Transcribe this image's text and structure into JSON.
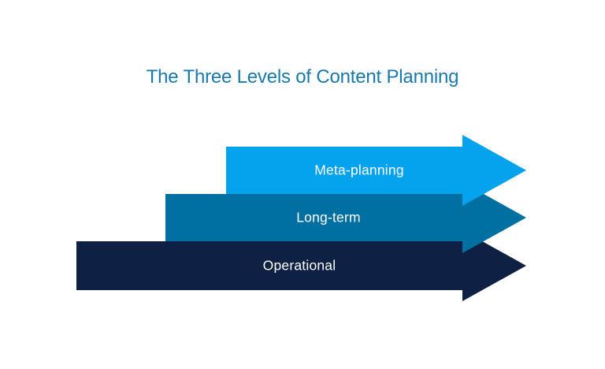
{
  "page": {
    "background": "#FFFFFF"
  },
  "title": {
    "text": "The Three Levels of Content Planning",
    "color": "#1879AC"
  },
  "diagram": {
    "type": "stacked-arrow-levels",
    "label_color": "#FFFFFF",
    "levels": [
      {
        "label": "Meta-planning",
        "color": "#05A3EE"
      },
      {
        "label": "Long-term",
        "color": "#0070A3"
      },
      {
        "label": "Operational",
        "color": "#0E2145"
      }
    ]
  }
}
